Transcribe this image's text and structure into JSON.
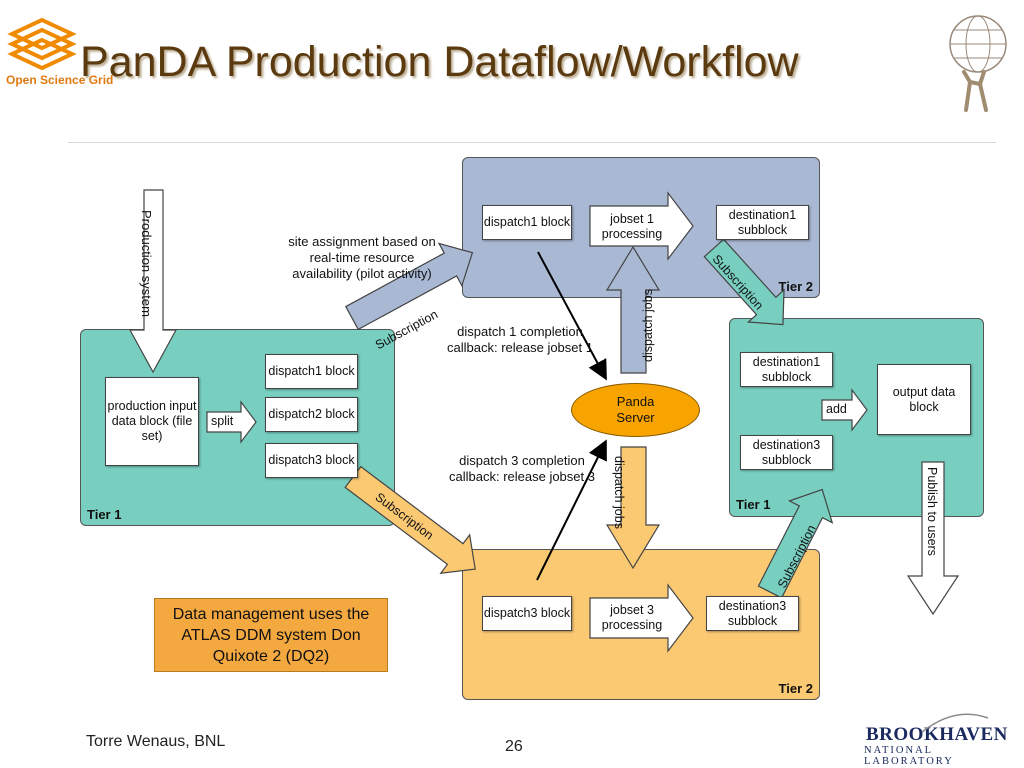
{
  "header": {
    "title": "PanDA Production Dataflow/Workflow",
    "osg_logo_text": "Open Science Grid"
  },
  "tiers": {
    "top_tier2_label": "Tier 2",
    "bottom_tier2_label": "Tier 2",
    "left_tier1_label": "Tier 1",
    "right_tier1_label": "Tier 1"
  },
  "boxes": {
    "production_input": "production input data block (file set)",
    "dispatch1_left": "dispatch1 block",
    "dispatch2_left": "dispatch2 block",
    "dispatch3_left": "dispatch3 block",
    "dispatch1_top": "dispatch1 block",
    "jobset1": "jobset 1 processing",
    "destination1_top": "destination1 subblock",
    "dispatch3_bottom": "dispatch3 block",
    "jobset3": "jobset 3 processing",
    "destination3_bottom": "destination3 subblock",
    "destination1_right": "destination1 subblock",
    "destination3_right": "destination3 subblock",
    "output": "output data block"
  },
  "arrows": {
    "production_system": "Production system",
    "split": "split",
    "add": "add",
    "subscription_upper_left": "Subscription",
    "subscription_lower_left": "Subscription",
    "subscription_upper_right": "Subscription",
    "subscription_lower_right": "Subscription",
    "dispatch_jobs_up": "dispatch jobs",
    "dispatch_jobs_down": "dispatch jobs",
    "publish_to_users": "Publish to users"
  },
  "notes": {
    "site_assignment": "site assignment based on real-time resource availability (pilot activity)",
    "dispatch1_callback": "dispatch 1 completion callback: release jobset 1",
    "dispatch3_callback": "dispatch 3 completion callback: release jobset 3"
  },
  "server": {
    "label": "Panda Server"
  },
  "data_management": {
    "text": "Data management uses the ATLAS DDM system Don Quixote 2 (DQ2)"
  },
  "footer": {
    "author": "Torre Wenaus, BNL",
    "page_number": "26",
    "bnl_name": "BROOKHAVEN",
    "bnl_sub": "NATIONAL LABORATORY"
  },
  "colors": {
    "tier2_blue": "#a9b8d3",
    "tier2_orange": "#fbc972",
    "tier1_teal": "#78cfc0",
    "server_orange": "#f8a400",
    "title_brown": "#5a3a0e"
  }
}
